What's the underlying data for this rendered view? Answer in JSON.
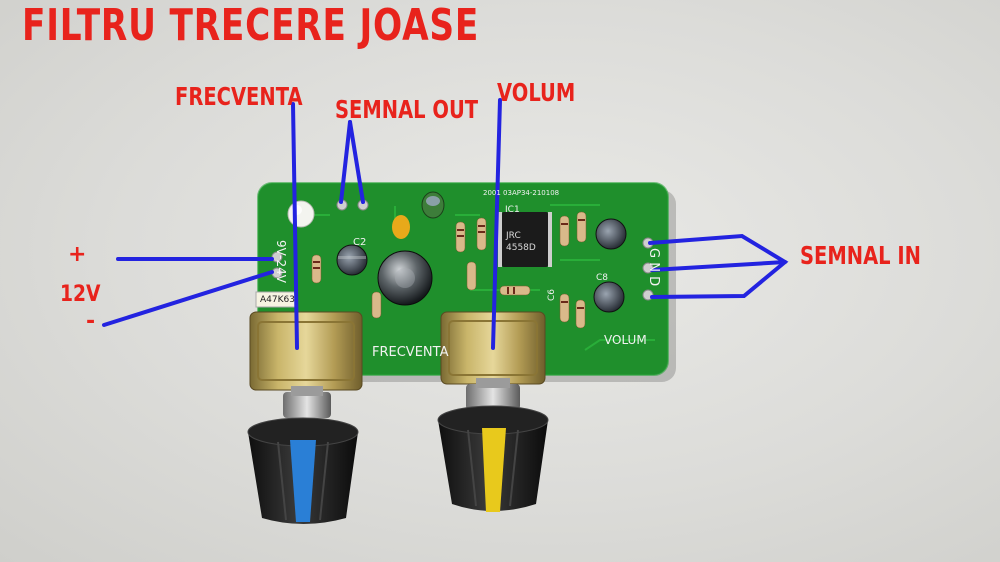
{
  "title": "FILTRU TRECERE JOASE",
  "labels": {
    "frecventa": "FRECVENTA",
    "semnal_out": "SEMNAL OUT",
    "volum": "VOLUM",
    "semnal_in": "SEMNAL IN",
    "plus": "+",
    "voltage": "12V",
    "minus": "-"
  },
  "board_silkscreen": {
    "frecventa": "FRECVENTA",
    "volum": "VOLUM",
    "voltage_range": "9V-24V",
    "board_code": "2001 03AP34-210108",
    "c2": "C2",
    "ic1": "IC1",
    "c6": "C6",
    "c8": "C8",
    "gnd": "G N D"
  },
  "chip": {
    "brand": "JRC",
    "part": "4558D"
  },
  "pot_code": "A47K63",
  "colors": {
    "annotation_text": "#e8231c",
    "annotation_lines": "#2323e0",
    "pcb": "#1f8f2c",
    "knob_frec_stripe": "#2a7fd6",
    "knob_vol_stripe": "#e8c91c"
  }
}
